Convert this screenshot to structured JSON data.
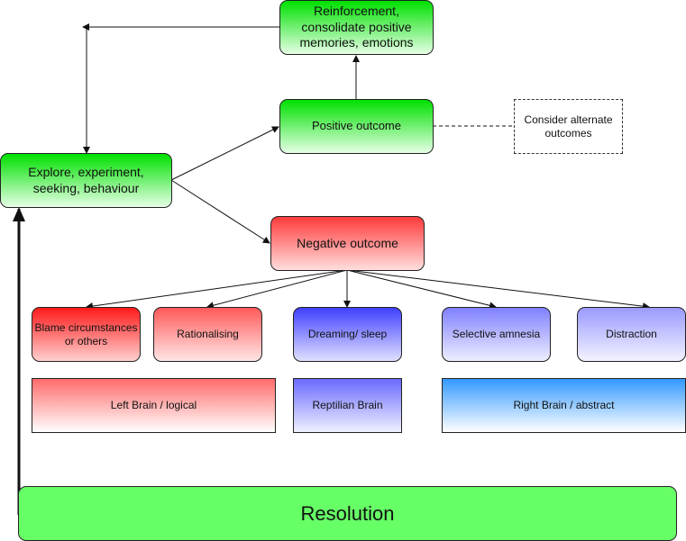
{
  "nodes": {
    "reinforcement": "Reinforcement, consolidate positive memories, emotions",
    "positive_outcome": "Positive outcome",
    "consider_alternate": "Consider alternate outcomes",
    "explore": "Explore, experiment, seeking, behaviour",
    "negative_outcome": "Negative outcome",
    "blame": "Blame circumstances or others",
    "rationalising": "Rationalising",
    "dreaming": "Dreaming/ sleep",
    "selective_amnesia": "Selective amnesia",
    "distraction": "Distraction",
    "left_brain": "Left Brain / logical",
    "reptilian_brain": "Reptilian Brain",
    "right_brain": "Right Brain / abstract",
    "resolution": "Resolution"
  },
  "colors": {
    "green_box": "#00e000",
    "red_box": "#ff1a1a",
    "blue_box": "#4040ff",
    "light_blue_box": "#9a9aff",
    "resolution_fill": "#66ff66",
    "right_brain_fill": "#3399ff",
    "edge": "#111111"
  }
}
